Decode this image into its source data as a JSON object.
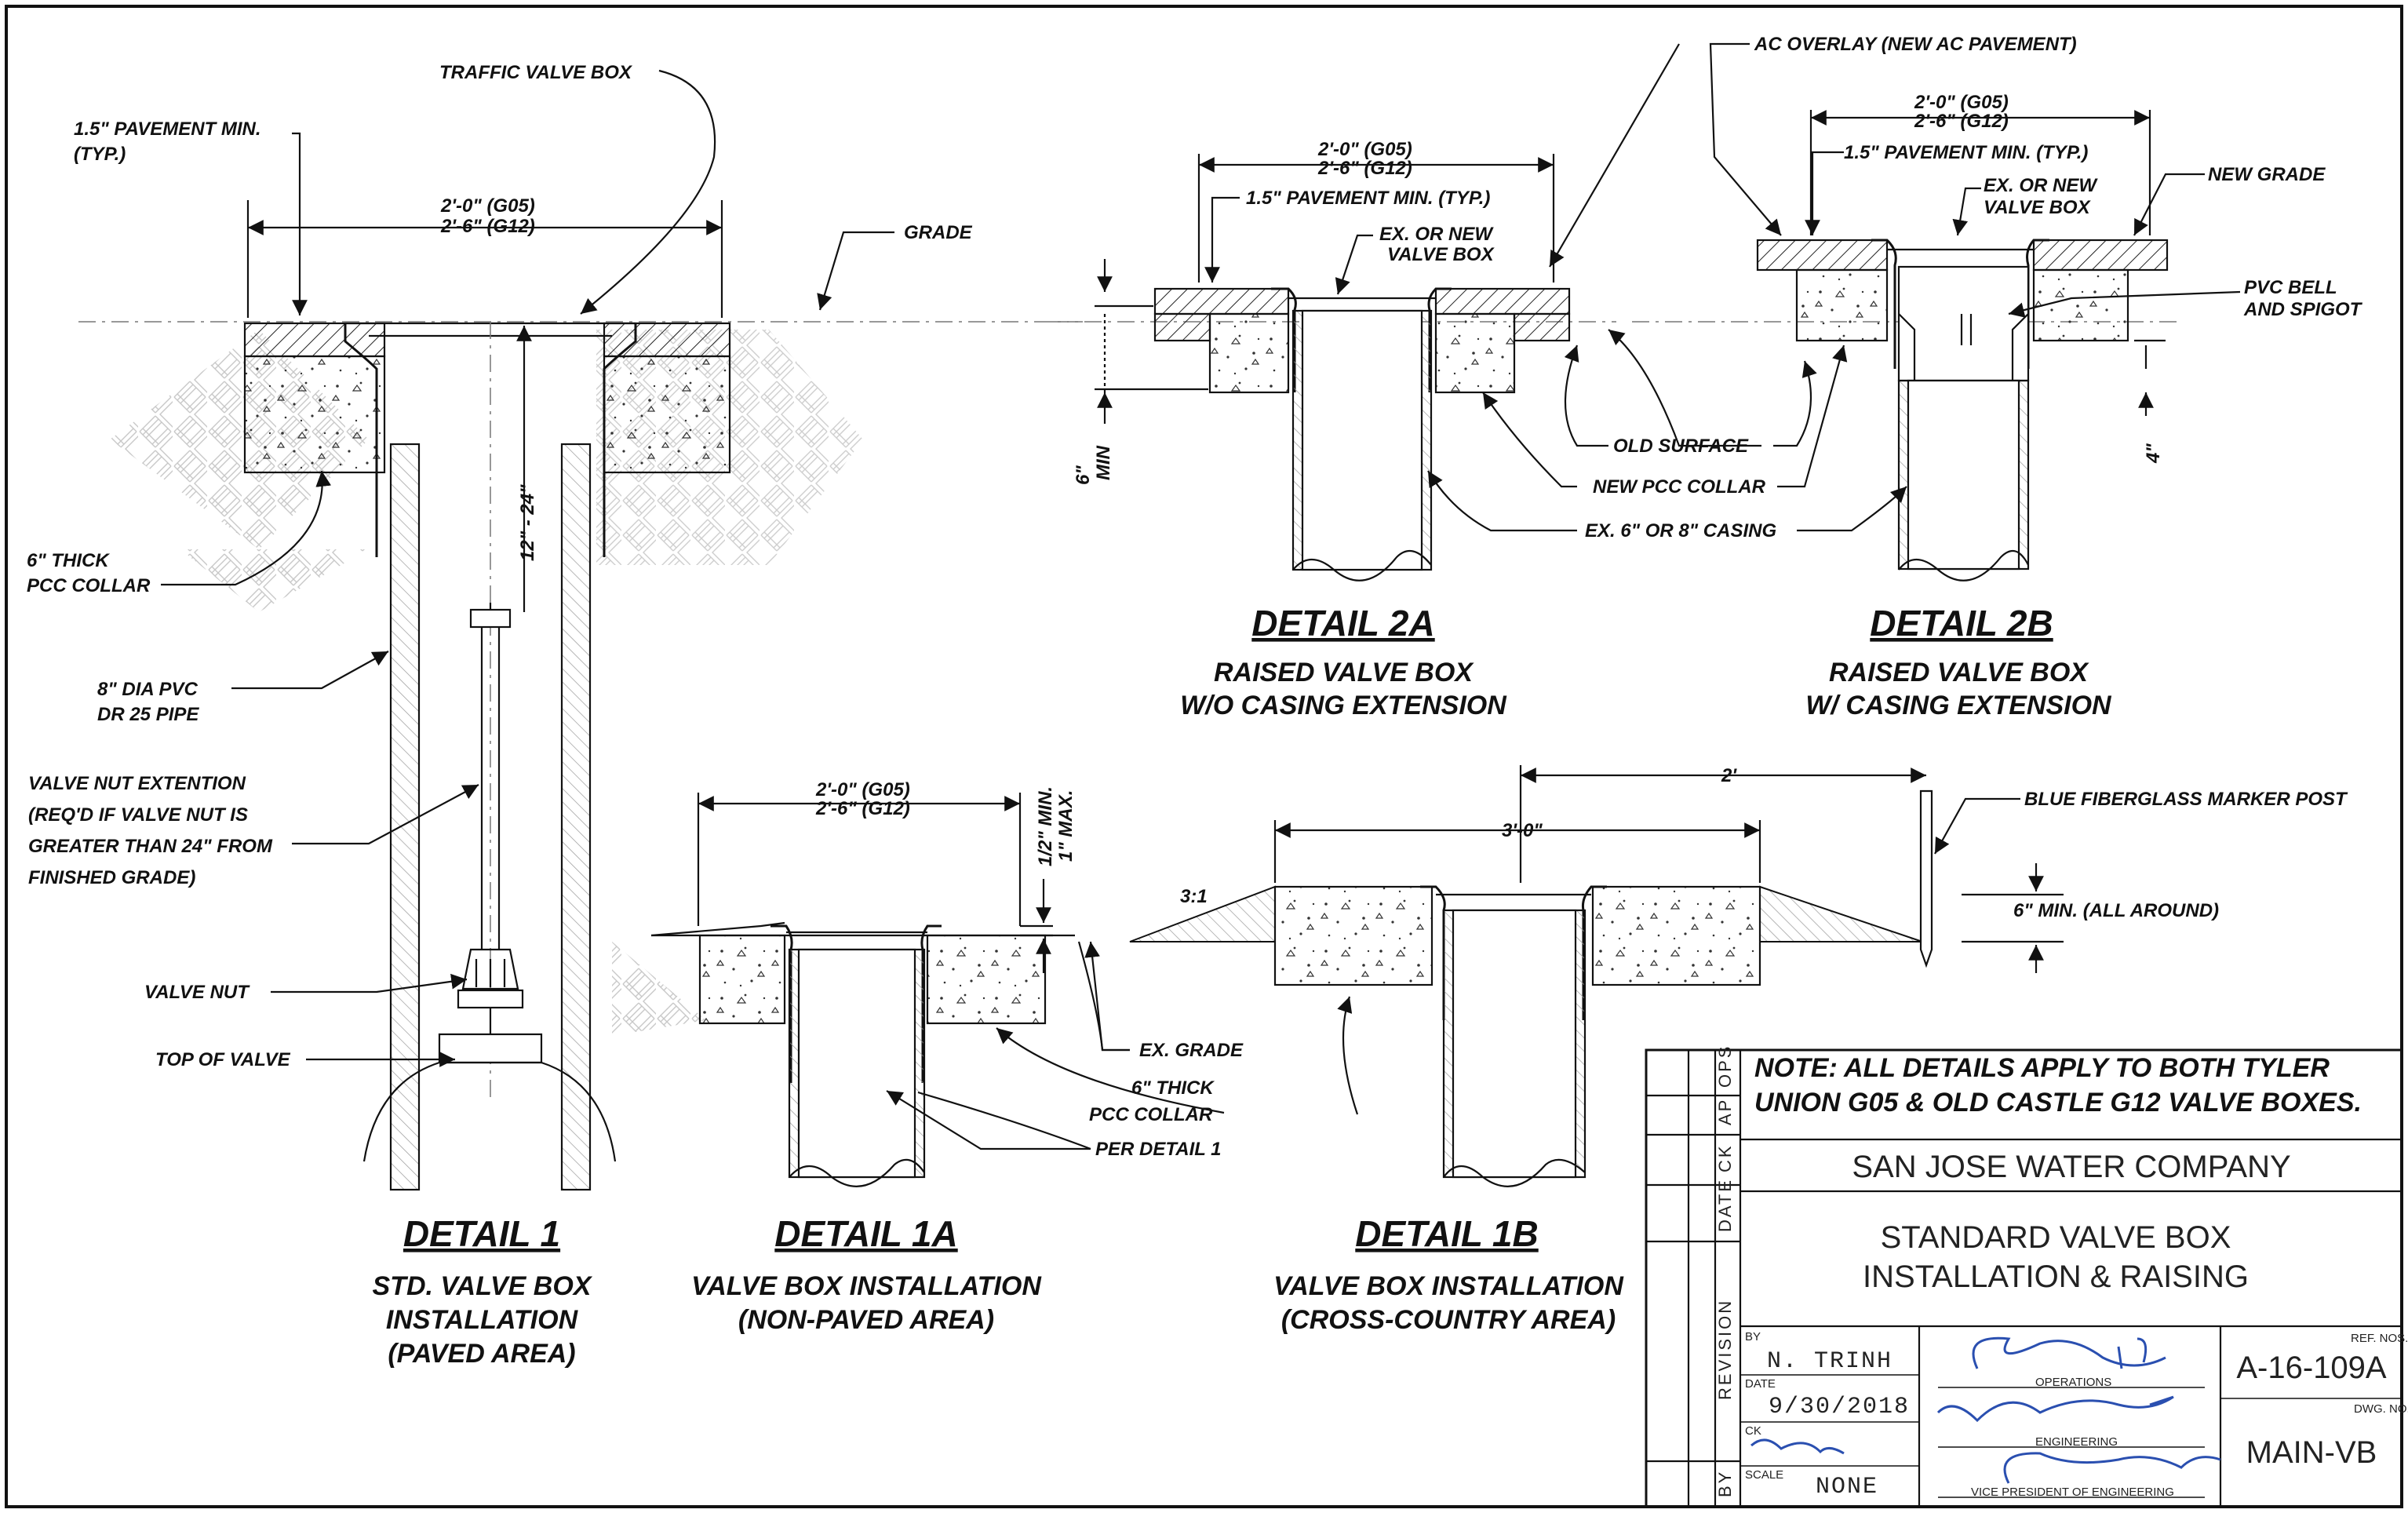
{
  "detail1": {
    "title": "DETAIL 1",
    "subtitle": [
      "STD. VALVE BOX",
      "INSTALLATION",
      "(PAVED AREA)"
    ],
    "labels": {
      "traffic_valve_box": "TRAFFIC VALVE BOX",
      "pavement_min": [
        "1.5\" PAVEMENT MIN.",
        "(TYP.)"
      ],
      "width": [
        "2'-0\" (G05)",
        "2'-6\" (G12)"
      ],
      "grade": "GRADE",
      "collar": [
        "6\" THICK",
        "PCC COLLAR"
      ],
      "depth": "12\" - 24\"",
      "pipe": [
        "8\" DIA PVC",
        "DR 25 PIPE"
      ],
      "nut_extension": [
        "VALVE  NUT EXTENTION",
        "(REQ'D IF VALVE NUT IS",
        "GREATER THAN 24\" FROM",
        "FINISHED GRADE)"
      ],
      "valve_nut": "VALVE NUT",
      "top_of_valve": "TOP OF VALVE"
    }
  },
  "detail2a": {
    "title": "DETAIL 2A",
    "subtitle": [
      "RAISED VALVE BOX",
      "W/O CASING EXTENSION"
    ],
    "labels": {
      "width": [
        "2'-0\" (G05)",
        "2'-6\" (G12)"
      ],
      "pavement_min": "1.5\" PAVEMENT MIN. (TYP.)",
      "valve_box": [
        "EX. OR NEW",
        "VALVE BOX"
      ],
      "six_min": [
        "6\"",
        "MIN"
      ]
    }
  },
  "detail2b": {
    "title": "DETAIL 2B",
    "subtitle": [
      "RAISED VALVE BOX",
      "W/ CASING EXTENSION"
    ],
    "labels": {
      "ac_overlay": "AC OVERLAY (NEW AC PAVEMENT)",
      "width": [
        "2'-0\" (G05)",
        "2'-6\" (G12)"
      ],
      "pavement_min": "1.5\" PAVEMENT MIN. (TYP.)",
      "new_grade": "NEW GRADE",
      "valve_box": [
        "EX. OR NEW",
        "VALVE BOX"
      ],
      "pvc_bell": [
        "PVC BELL",
        "AND SPIGOT"
      ],
      "four": "4\""
    }
  },
  "shared_labels": {
    "old_surface": "OLD SURFACE",
    "new_pcc_collar": "NEW PCC COLLAR",
    "casing": "EX. 6\" OR 8\" CASING"
  },
  "detail1a": {
    "title": "DETAIL 1A",
    "subtitle": [
      "VALVE BOX INSTALLATION",
      "(NON-PAVED AREA)"
    ],
    "labels": {
      "width": [
        "2'-0\" (G05)",
        "2'-6\" (G12)"
      ],
      "min_max": [
        "1/2\" MIN.",
        "1\" MAX."
      ],
      "ex_grade": "EX. GRADE",
      "collar": [
        "6\" THICK",
        "PCC COLLAR"
      ],
      "per_detail": "PER DETAIL 1"
    }
  },
  "detail1b": {
    "title": "DETAIL 1B",
    "subtitle": [
      "VALVE BOX INSTALLATION",
      "(CROSS-COUNTRY AREA)"
    ],
    "labels": {
      "two_ft": "2'",
      "three_ft": "3'-0\"",
      "slope": "3:1",
      "marker_post": "BLUE FIBERGLASS MARKER POST",
      "six_min": "6\" MIN. (ALL AROUND)"
    }
  },
  "note": [
    "NOTE: ALL DETAILS APPLY TO BOTH TYLER",
    "UNION G05 & OLD CASTLE G12 VALVE BOXES."
  ],
  "title_block": {
    "company": "SAN JOSE WATER COMPANY",
    "drawing_title": [
      "STANDARD VALVE BOX",
      "INSTALLATION & RAISING"
    ],
    "revision_cols": [
      "OPS",
      "AP",
      "CK",
      "DATE",
      "REVISION",
      "BY"
    ],
    "by_label": "BY",
    "by_value": "N. TRINH",
    "date_label": "DATE",
    "date_value": "9/30/2018",
    "ck_label": "CK",
    "scale_label": "SCALE",
    "scale_value": "NONE",
    "operations_label": "OPERATIONS",
    "engineering_label": "ENGINEERING",
    "vp_label": "VICE PRESIDENT OF ENGINEERING",
    "ref_label": "REF. NOS.",
    "ref_value": "A-16-109A",
    "dwg_label": "DWG. NO.",
    "dwg_value": "MAIN-VB"
  },
  "colors": {
    "ink": "#111111",
    "signature": "#2a4fb0"
  }
}
